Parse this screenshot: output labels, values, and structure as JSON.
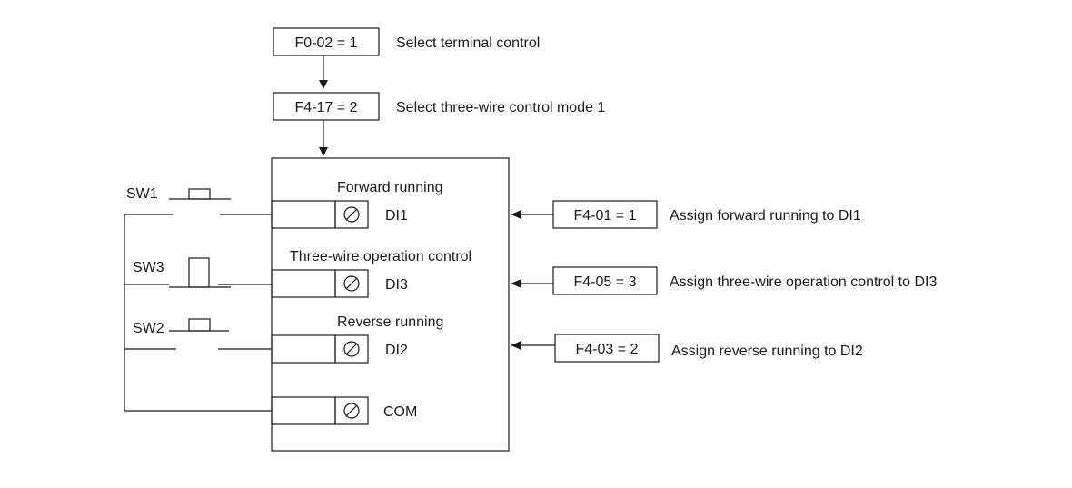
{
  "params": {
    "f0_02": "F0-02 = 1",
    "f4_17": "F4-17 = 2",
    "f4_01": "F4-01 = 1",
    "f4_05": "F4-05 = 3",
    "f4_03": "F4-03 = 2"
  },
  "notes": {
    "f0_02": "Select terminal control",
    "f4_17": "Select three-wire control mode 1",
    "f4_01": "Assign forward running to DI1",
    "f4_05": "Assign three-wire operation control to DI3",
    "f4_03": "Assign reverse running to DI2"
  },
  "switches": {
    "sw1": "SW1",
    "sw3": "SW3",
    "sw2": "SW2"
  },
  "terminals": {
    "di1": "DI1",
    "di3": "DI3",
    "di2": "DI2",
    "com": "COM"
  },
  "functions": {
    "forward": "Forward running",
    "three_wire": "Three-wire operation control",
    "reverse": "Reverse running"
  },
  "icons": {
    "terminal_screw": "terminal-screw-icon"
  }
}
